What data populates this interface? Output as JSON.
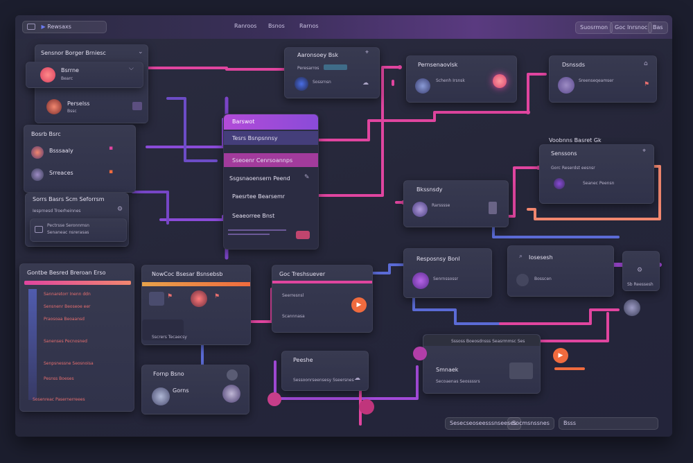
{
  "header": {
    "app_label": "Rewsaxs",
    "nav": [
      "Ranroos",
      "Bsnos",
      "Rarnos"
    ],
    "right_buttons": [
      "Suosrmon",
      "Goc Inrsnoc",
      "Bas"
    ]
  },
  "left_panel_1": {
    "title": "Sensnor Borger Brniesc",
    "items": [
      {
        "label": "Bsrrne",
        "sub": "Bearc"
      },
      {
        "label": "Perselss",
        "sub": "Bssc"
      }
    ]
  },
  "left_panel_2": {
    "title": "Bosrb Bsrc",
    "items": [
      {
        "label": "Bsssaaly",
        "sub": ""
      },
      {
        "label": "Srreaces",
        "sub": ""
      }
    ]
  },
  "left_panel_3": {
    "title": "Sorrs Basrs Scm Seforrsm",
    "subtitle": "Iesprnesd Troerheinnes",
    "item_line1": "Pectrsse Seronnmsn",
    "item_line2": "Senaneac nsrerasas"
  },
  "bottom_left_list": {
    "title": "Gontbe Besred Breroan Erso",
    "rows": [
      "Sannaretorr Inenn ddn",
      "Sensnenr Beoseoe eer",
      "Praosoaa Beoaansd",
      "Sanenses Pecnosned",
      "Senpsnessne Seosnoisa",
      "Pesnss Boeses",
      "Sosenreac Pasernerreees"
    ]
  },
  "center_menu": {
    "title": "Barswot",
    "items": [
      "Tesrs Bsnpsnnsy",
      "Sseoenr Cenrsoannps",
      "Ssgsnaoensern Peend",
      "Paesrtee Bearsemr",
      "Seaeorree Bnst"
    ]
  },
  "node_assembly": {
    "title": "Aaronsoey Bsk",
    "line1": "Peresarros",
    "line2": "Sossrnsn"
  },
  "node_framework": {
    "title": "Pernsenaovlsk",
    "line1": "Schenh Irsnsk"
  },
  "node_top_right": {
    "title": "Dsnssds",
    "line1": "Sreenseqeamser"
  },
  "node_bossanody": {
    "title": "Bkssnsdy",
    "line1": "Rarsssse"
  },
  "node_vandos": {
    "header": "Voobnns Basret Gk",
    "title": "Senssons",
    "sub": "Gorc Reserdst eesnsr",
    "line1": "Seanec Peensn"
  },
  "node_responsibly": {
    "title": "Resposnsy Bonl",
    "line1": "Senrnssossr"
  },
  "node_access": {
    "title": "Iosesesh",
    "line1": "Bosscen"
  },
  "node_settings": {
    "title": "Sb Reessesh"
  },
  "node_nowcos": {
    "title": "NowCoc Bsesar Bsnsebsb",
    "footer": "Sscrers Tecaecsy"
  },
  "node_goc": {
    "title": "Goc Treshsuever",
    "line1": "Seerresnsl",
    "line2": "Scannnasa"
  },
  "node_pauric": {
    "title": "Peeshe",
    "line1": "Sessoonrseensesy Sseersnes"
  },
  "node_bottom_right": {
    "header": "Sssoss Boeosdnsss Seasrmmsc Ses",
    "title": "Smnaek",
    "line1": "Secoaenas Seossssrs"
  },
  "node_foma": {
    "title": "Fornp Bsno",
    "line1": "Gorns"
  },
  "footer": {
    "items": [
      "Sesecseoseesssnseeses",
      "Socmsnssnes",
      "Bsss"
    ]
  },
  "colors": {
    "pink": "#e0459f",
    "purple": "#8a4bd8",
    "blue": "#5b6bd6",
    "orange": "#f06b3e",
    "salmon": "#f2876f"
  }
}
